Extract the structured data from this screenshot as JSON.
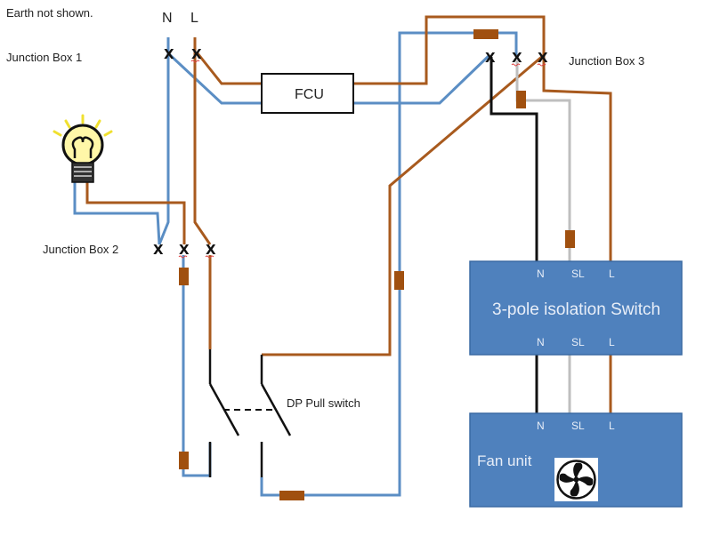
{
  "labels": {
    "earth_note": "Earth not shown.",
    "neutral": "N",
    "live": "L",
    "junction_box_1": "Junction Box 1",
    "junction_box_2": "Junction Box 2",
    "junction_box_3": "Junction Box 3",
    "fcu": "FCU",
    "dp_pull_switch": "DP Pull switch",
    "connection_mark": "X"
  },
  "isolation_switch": {
    "title": "3-pole isolation Switch",
    "top_terminals": [
      "N",
      "SL",
      "L"
    ],
    "bottom_terminals": [
      "N",
      "SL",
      "L"
    ]
  },
  "fan_unit": {
    "title": "Fan unit",
    "terminals": [
      "N",
      "SL",
      "L"
    ],
    "icon": "fan-icon"
  },
  "icons": {
    "lamp": "light-bulb-icon",
    "fan": "fan-icon"
  },
  "colors": {
    "neutral_wire": "#5b8ec4",
    "live_wire": "#a85a1e",
    "switched_live_wire": "#bfbfbf",
    "black_wire": "#111111",
    "sleeve": "#a0500f",
    "box_fill": "#4f81bd",
    "box_border": "#3a6aa3",
    "bulb_fill": "#fff7a8",
    "bulb_rays": "#f0e030"
  }
}
